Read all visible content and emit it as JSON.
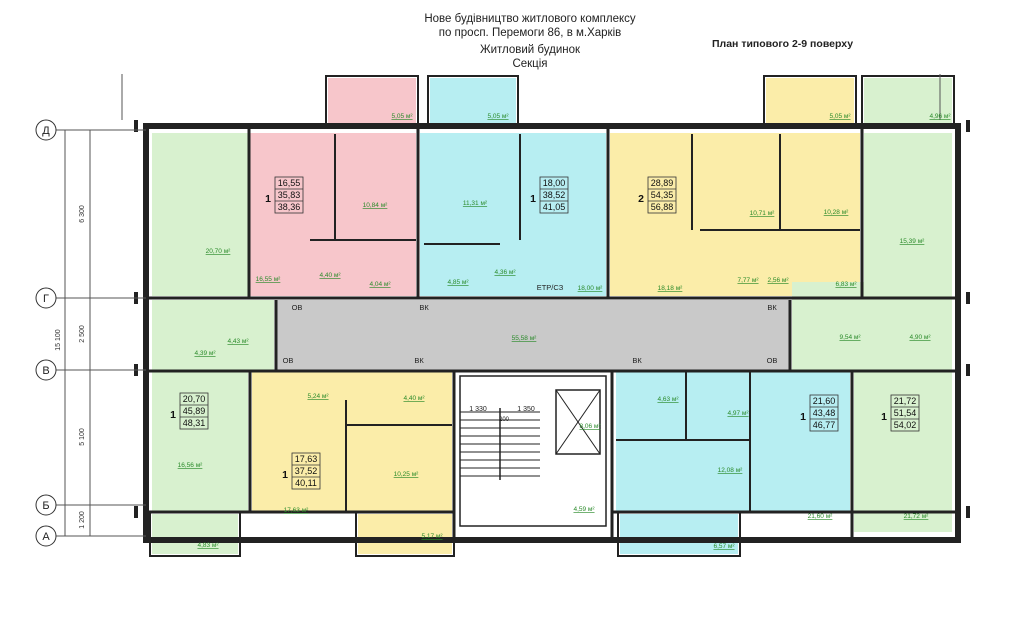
{
  "header": {
    "line1": "Нове будівництво житлового комплексу",
    "line2": "по просп. Перемоги 86, в м.Харків",
    "line3": "Житловий будинок",
    "line4": "Секція",
    "plan_title": "План типового 2-9 поверху"
  },
  "axes": {
    "rows": [
      "Д",
      "Г",
      "В",
      "Б",
      "А"
    ],
    "dims": [
      "6 300",
      "2 500",
      "5 100",
      "1 200"
    ],
    "total": "15 100"
  },
  "apartments": [
    {
      "rooms": "1",
      "living": "16,55",
      "total": "35,83",
      "area": "38,36",
      "color": "#f7c6cb"
    },
    {
      "rooms": "1",
      "living": "18,00",
      "total": "38,52",
      "area": "41,05",
      "color": "#b7eef2"
    },
    {
      "rooms": "2",
      "living": "28,89",
      "total": "54,35",
      "area": "56,88",
      "color": "#fbeda9"
    },
    {
      "rooms": "1",
      "living": "20,70",
      "total": "45,89",
      "area": "48,31",
      "color": "#d8f1cf"
    },
    {
      "rooms": "1",
      "living": "17,63",
      "total": "37,52",
      "area": "40,11",
      "color": "#fbeda9"
    },
    {
      "rooms": "1",
      "living": "21,60",
      "total": "43,48",
      "area": "46,77",
      "color": "#b7eef2"
    },
    {
      "rooms": "1",
      "living": "21,72",
      "total": "51,54",
      "area": "54,02",
      "color": "#d8f1cf"
    }
  ],
  "areas": [
    "5,05 м²",
    "5,05 м²",
    "5,05 м²",
    "4,96 м²",
    "20,70 м²",
    "16,55 м²",
    "10,84 м²",
    "4,40 м²",
    "4,04 м²",
    "11,31 м²",
    "4,36 м²",
    "4,85 м²",
    "18,00 м²",
    "10,71 м²",
    "10,28 м²",
    "18,18 м²",
    "7,77 м²",
    "2,56 м²",
    "6,83 м²",
    "15,39 м²",
    "4,43 м²",
    "4,39 м²",
    "55,58 м²",
    "9,54 м²",
    "4,90 м²",
    "16,56 м²",
    "5,24 м²",
    "4,40 м²",
    "10,25 м²",
    "17,63 м²",
    "4,63 м²",
    "4,97 м²",
    "12,08 м²",
    "21,60 м²",
    "21,72 м²",
    "4,83 м²",
    "5,17 м²",
    "4,59 м²",
    "6,57 м²",
    "8,06 м²"
  ],
  "labels": {
    "etr": "ЕТР/СЗ",
    "vk": "ВК",
    "ov": "ОВ",
    "stair1": "1 330",
    "stair2": "1 350",
    "stair3": "200"
  },
  "colors": {
    "pink": "#f7c6cb",
    "cyan": "#b7eef2",
    "yellow": "#fbeda9",
    "green": "#d8f1cf",
    "corridor": "#c9c9c9",
    "wall": "#222222",
    "area_text": "#2a8a2a"
  }
}
